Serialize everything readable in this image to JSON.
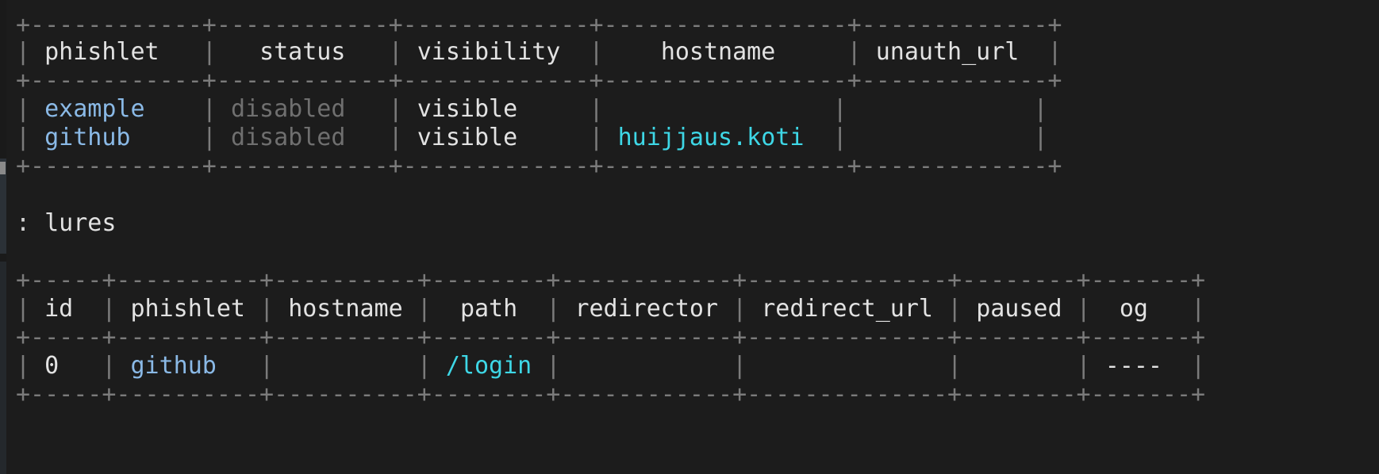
{
  "phishlets": {
    "headers": [
      "phishlet",
      "status",
      "visibility",
      "hostname",
      "unauth_url"
    ],
    "rows": [
      {
        "phishlet": "example",
        "status": "disabled",
        "visibility": "visible",
        "hostname": "",
        "unauth_url": ""
      },
      {
        "phishlet": "github",
        "status": "disabled",
        "visibility": "visible",
        "hostname": "huijjaus.koti",
        "unauth_url": ""
      }
    ]
  },
  "command": {
    "prompt": ":",
    "text": "lures"
  },
  "lures": {
    "headers": [
      "id",
      "phishlet",
      "hostname",
      "path",
      "redirector",
      "redirect_url",
      "paused",
      "og"
    ],
    "rows": [
      {
        "id": "0",
        "phishlet": "github",
        "hostname": "",
        "path": "/login",
        "redirector": "",
        "redirect_url": "",
        "paused": "",
        "og": "----"
      }
    ]
  },
  "colors": {
    "background": "#1c1c1c",
    "border": "#7b7b7b",
    "phishlet_name": "#8ab9e6",
    "status_disabled": "#6f6f6f",
    "hostname": "#3ed7e6",
    "text": "#e2e2e2"
  }
}
